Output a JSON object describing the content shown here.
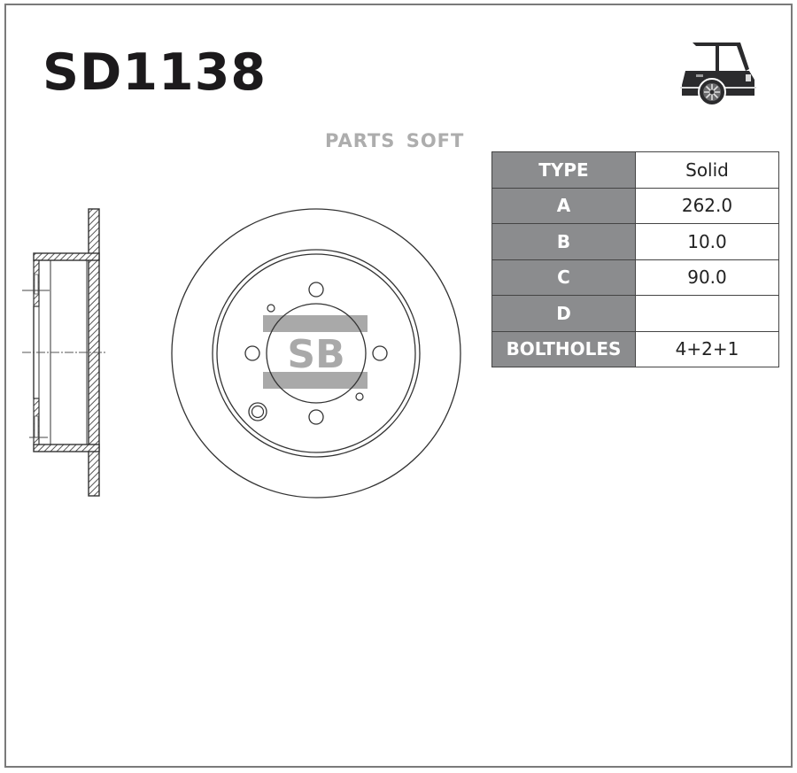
{
  "product": {
    "part_number": "SD1138",
    "watermark": "PARTS SOFT",
    "brand_logo_text": "SB",
    "vehicle_position_icon": "car-rear-axle-icon"
  },
  "colors": {
    "frame": "#7a7a7a",
    "part_number": "#1c1a1c",
    "watermark": "#adadad",
    "table_key_bg": "#8b8c8e",
    "table_key_text": "#ffffff",
    "logo_gray": "#a9a9a9"
  },
  "specs": {
    "rows": [
      {
        "key": "TYPE",
        "value": "Solid"
      },
      {
        "key": "A",
        "value": "262.0"
      },
      {
        "key": "B",
        "value": "10.0"
      },
      {
        "key": "C",
        "value": "90.0"
      },
      {
        "key": "D",
        "value": ""
      },
      {
        "key": "BOLTHOLES",
        "value": "4+2+1"
      }
    ]
  }
}
